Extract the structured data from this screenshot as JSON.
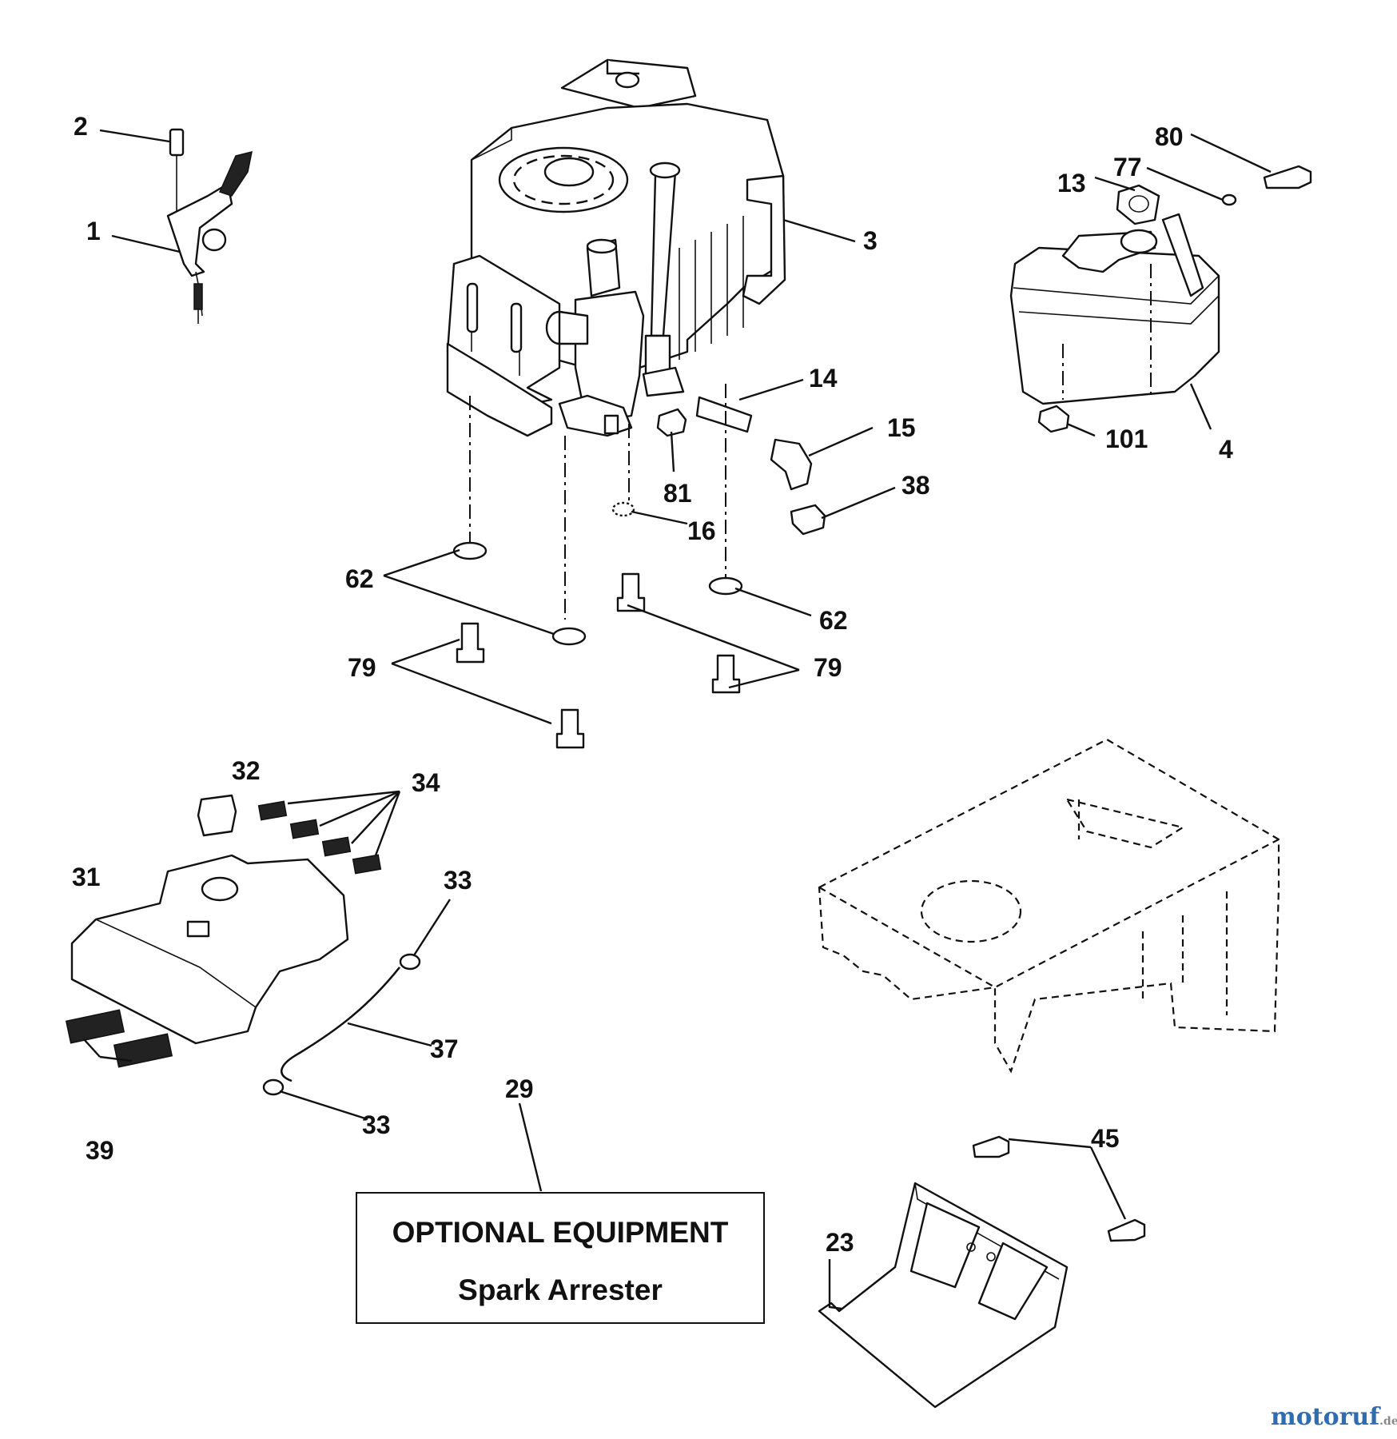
{
  "labels": {
    "l1": "1",
    "l2": "2",
    "l3": "3",
    "l4": "4",
    "l13": "13",
    "l14": "14",
    "l15": "15",
    "l16": "16",
    "l23": "23",
    "l29": "29",
    "l31": "31",
    "l32": "32",
    "l33a": "33",
    "l33b": "33",
    "l34": "34",
    "l37": "37",
    "l38": "38",
    "l39": "39",
    "l45": "45",
    "l62a": "62",
    "l62b": "62",
    "l77": "77",
    "l79a": "79",
    "l79b": "79",
    "l80": "80",
    "l81": "81",
    "l101": "101"
  },
  "optional_box": {
    "title": "OPTIONAL EQUIPMENT",
    "subtitle": "Spark Arrester"
  },
  "watermark": {
    "brand": "motoruf",
    "tld": ".de"
  }
}
